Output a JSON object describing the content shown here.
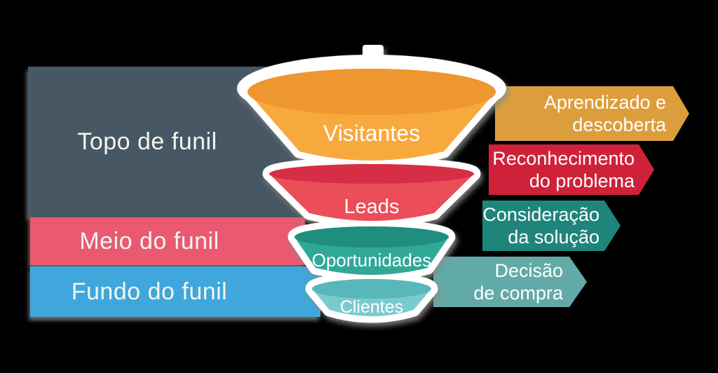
{
  "canvas": {
    "background": "#000000"
  },
  "left_stages": [
    {
      "label": "Topo de funil",
      "color": "#475763"
    },
    {
      "label": "Meio do funil",
      "color": "#E95A70"
    },
    {
      "label": "Fundo do funil",
      "color": "#3FA7DB"
    }
  ],
  "funnel": {
    "outline_color": "#FFFFFF",
    "segments": [
      {
        "label": "Visitantes",
        "body_color": "#F8A93E",
        "top_color": "#EE9630"
      },
      {
        "label": "Leads",
        "body_color": "#EB4E59",
        "top_color": "#D62E44"
      },
      {
        "label": "Oportunidades",
        "body_color": "#30A897",
        "top_color": "#1F8E7E"
      },
      {
        "label": "Clientes",
        "body_color": "#7BCBCE",
        "top_color": "#58B7BB"
      }
    ]
  },
  "banners": [
    {
      "lines": [
        "Aprendizado e",
        "descoberta"
      ],
      "color": "#DC9E3C"
    },
    {
      "lines": [
        "Reconhecimento",
        "do problema"
      ],
      "color": "#D0213A"
    },
    {
      "lines": [
        "Consideração",
        "da solução"
      ],
      "color": "#1F857A"
    },
    {
      "lines": [
        "Decisão",
        "de compra"
      ],
      "color": "#62AAA7"
    }
  ]
}
